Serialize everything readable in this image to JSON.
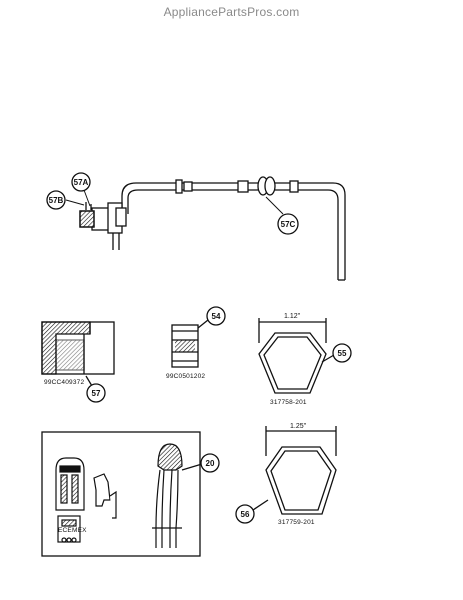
{
  "watermark": "AppliancePartsPros.com",
  "callouts": {
    "c57A": "57A",
    "c57B": "57B",
    "c57C": "57C",
    "c57": "57",
    "c54": "54",
    "c55": "55",
    "c56": "56",
    "c20": "20"
  },
  "part_numbers": {
    "p57": "99CC409372",
    "p54": "99C0501202",
    "p55": "317758-201",
    "p56": "317759-201"
  },
  "dimensions": {
    "d55": "1.12\"",
    "d56": "1.25\""
  },
  "plug_label": "ECEMEX"
}
